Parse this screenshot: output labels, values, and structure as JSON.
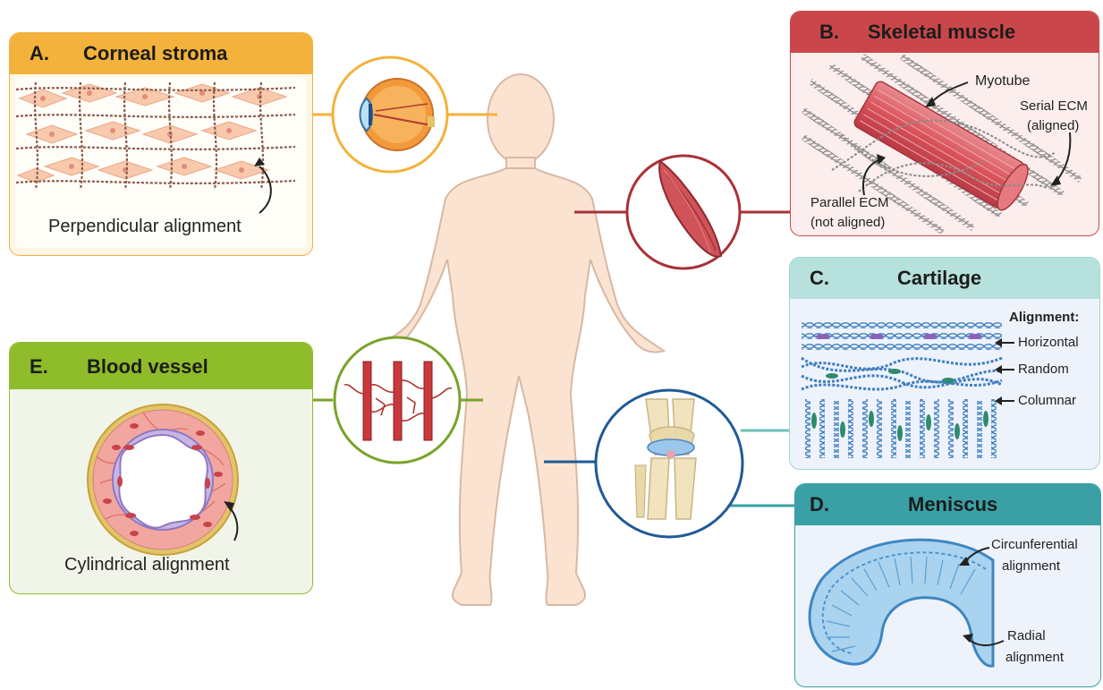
{
  "panels": {
    "a": {
      "letter": "A.",
      "title": "Corneal stroma",
      "label": "Perpendicular alignment",
      "color": "#f3b23b"
    },
    "b": {
      "letter": "B.",
      "title": "Skeletal muscle",
      "labels": {
        "myotube": "Myotube",
        "serial_1": "Serial ECM",
        "serial_2": "(aligned)",
        "parallel_1": "Parallel ECM",
        "parallel_2": "(not aligned)"
      },
      "color": "#c9474a"
    },
    "c": {
      "letter": "C.",
      "title": "Cartilage",
      "labels": {
        "heading": "Alignment:",
        "horizontal": "Horizontal",
        "random": "Random",
        "columnar": "Columnar"
      },
      "color": "#9fd6d0"
    },
    "d": {
      "letter": "D.",
      "title": "Meniscus",
      "labels": {
        "circ_1": "Circunferential",
        "circ_2": "alignment",
        "radial_1": "Radial",
        "radial_2": "alignment"
      },
      "color": "#3aa0a6"
    },
    "e": {
      "letter": "E.",
      "title": "Blood vessel",
      "label": "Cylindrical alignment",
      "color": "#8fbc2a"
    }
  },
  "icons": [
    "eye-icon",
    "muscle-icon",
    "blood-vessels-icon",
    "knee-joint-icon",
    "human-body-icon"
  ]
}
